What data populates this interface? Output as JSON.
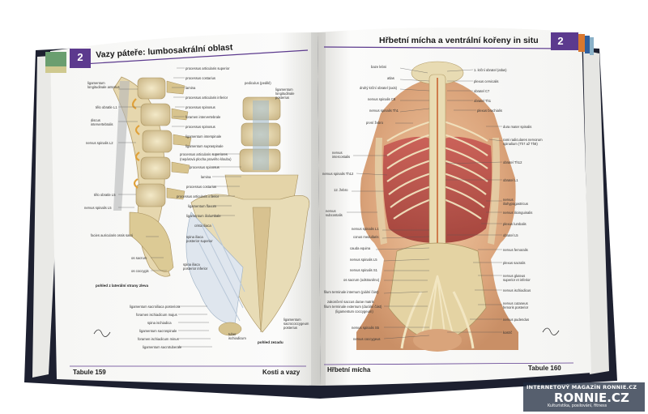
{
  "book": {
    "left_page": {
      "chapter_number": "2",
      "title": "Vazy páteře: lumbosakrální oblast",
      "footer_left": "Tabule 159",
      "footer_right": "Kosti a vazy",
      "caption_lateral": "pohled z laterální strany zleva",
      "caption_back": "pohled zezadu",
      "labels_upper": [
        "processus articularis superior",
        "processus costarius",
        "lamina",
        "processus articularis inferior",
        "processus spinosus",
        "foramen intervertebrale",
        "processus spinosus",
        "ligamentum interspinale",
        "ligamentum supraspinale"
      ],
      "labels_mid": [
        "processus articularis superiores",
        "(nepárová plocha pravého kloubu)",
        "processus spinosus",
        "lamina",
        "processus costarius",
        "processus articularis inferior",
        "ligamentum flavum",
        "ligamentum iliolumbale",
        "crista iliaca"
      ],
      "labels_left": [
        "ligamentum longitudinale anterius",
        "tělo obratle L1",
        "discus intervertebralis",
        "nervus spinalis L2",
        "tělo obratle L5",
        "nervus spinalis L5",
        "facies auricularis ossis sacri",
        "os sacrum",
        "os coccygis"
      ],
      "labels_top_center": [
        "pediculus (pedikl)",
        "ligamentum longitudinale posterius"
      ],
      "labels_bottom": [
        "ligamentum sacroiliaca posteriora",
        "foramen ischiadicum majus",
        "spina ischiadica",
        "ligamentum sacrospinale",
        "foramen ischiadicum minus",
        "ligamentum sacrotuberale"
      ],
      "labels_lower_right": [
        "spina iliaca posterior superior",
        "spina iliaca posterior inferior",
        "tuber ischiadicum",
        "ligamentum sacrococcygeum posterius"
      ]
    },
    "right_page": {
      "chapter_number": "2",
      "title": "Hřbetní mícha a ventrální kořeny in situ",
      "footer_left": "Hřbetní mícha",
      "footer_right": "Tabule 160",
      "labels_left": [
        "baze lebni",
        "atlas",
        "druhý krční obratel (axis)",
        "nervus spinalis C8",
        "nervus spinalis Th1",
        "první žebro",
        "nervus intercostalis",
        "nervus spinalis Th12",
        "12. žebro",
        "nervus subcostalis",
        "nervus spinalis L1",
        "conus medullaris",
        "cauda equina",
        "nervus spinalis L5",
        "nervus spinalis S1",
        "os sacrum (odstraněno)",
        "filum terminale internum (piální část)",
        "zakončení saccus durae matris",
        "filum terminale externum (durální část)",
        "(ligamentum coccygeum)",
        "nervus spinalis S5",
        "nervus coccygeus"
      ],
      "labels_right": [
        "1. krční obratel (atlas)",
        "plexus cervicalis",
        "obratel C7",
        "obratel Th1",
        "plexus brachialis",
        "dura mater spinalis",
        "rami radiculares nervorum spinalium (Th7 až Th8)",
        "obratel Th12",
        "obratel L1",
        "nervus iliohypogastricus",
        "nervus ilioinguinalis",
        "plexus lumbalis",
        "obratel L5",
        "nervus femoralis",
        "plexus sacralis",
        "nervus gluteus superior et inferior",
        "nervus ischiadicus",
        "nervus cutaneus femoris posterior",
        "nervus pudendus",
        "kostrč"
      ]
    }
  },
  "watermark": {
    "line1": "INTERNETOVÝ MAGAZÍN RONNIE.CZ",
    "line2": "RONNIE.CZ",
    "line3": "Kulturistika, posilování, fitness"
  },
  "colors": {
    "chapter_badge": "#5c3a8e",
    "tab_green": "#6a9e6f",
    "tab_purple": "#5c3a8e",
    "tab_orange": "#d9782f",
    "tab_blue": "#2f5f9e",
    "book_cover": "#1d2030",
    "muscle_red": "#b6423d",
    "bone": "#e9dcb3",
    "nerve": "#f4e8c4"
  }
}
